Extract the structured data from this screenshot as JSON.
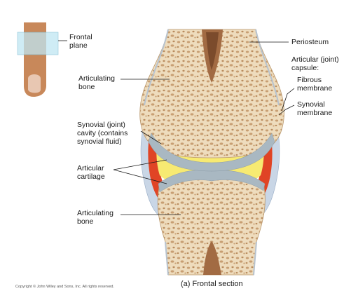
{
  "labels": {
    "frontal_plane": [
      "Frontal",
      "plane"
    ],
    "periosteum": "Periosteum",
    "articular_capsule": [
      "Articular (joint)",
      "capsule:"
    ],
    "fibrous_membrane": [
      "Fibrous",
      "membrane"
    ],
    "synovial_membrane": [
      "Synovial",
      "membrane"
    ],
    "articulating_bone_top": [
      "Articulating",
      "bone"
    ],
    "synovial_cavity": [
      "Synovial (joint)",
      "cavity (contains",
      "synovial fluid)"
    ],
    "articular_cartilage": [
      "Articular",
      "cartilage"
    ],
    "articulating_bone_bottom": [
      "Articulating",
      "bone"
    ],
    "caption": "(a) Frontal section",
    "copyright": "Copyright © John Wiley and Sons, Inc. All rights reserved."
  },
  "colors": {
    "bone": "#eedcbd",
    "bone_pore": "#c89f73",
    "cartilage": "#a9b8c2",
    "synovial_fluid": "#f7ea72",
    "synovial_membrane": "#e04425",
    "fibrous_membrane": "#c9d6e6",
    "finger_skin": "#c8885a",
    "frontal_plane": "#bfe6f2"
  }
}
